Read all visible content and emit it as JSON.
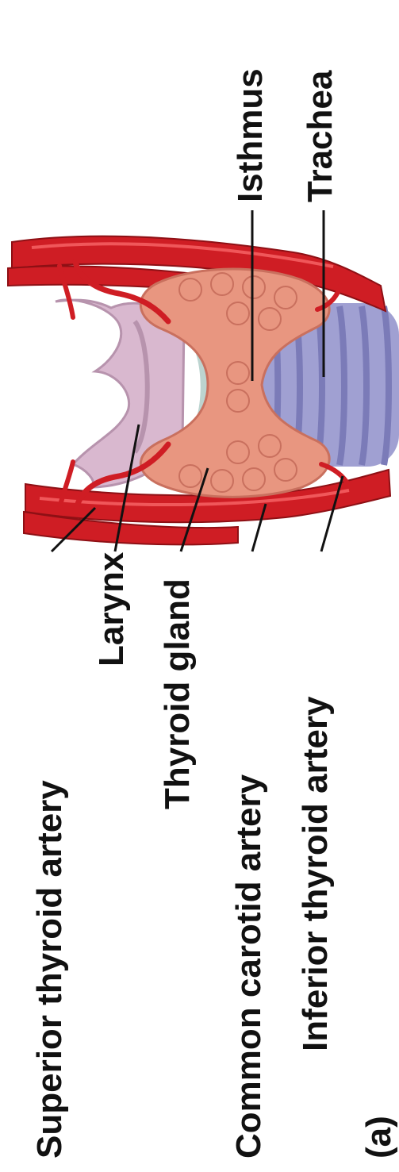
{
  "colors": {
    "artery": "#cf1d24",
    "artery_dark": "#8e1015",
    "artery_highlight": "#f0575a",
    "thyroid": "#e89680",
    "thyroid_lobule": "#c9705e",
    "larynx": "#d9b8cf",
    "larynx_shadow": "#b793ad",
    "trachea": "#a0a0d2",
    "trachea_ring": "#7b7bb8",
    "muscle": "#d27f66",
    "cartilage": "#bcd4d0",
    "text": "#111111"
  },
  "labels": {
    "superior_thyroid_artery": "Superior thyroid artery",
    "larynx": "Larynx",
    "thyroid_gland": "Thyroid gland",
    "common_carotid_artery": "Common carotid artery",
    "inferior_thyroid_artery": "Inferior thyroid artery",
    "isthmus": "Isthmus",
    "trachea": "Trachea",
    "panel": "(a)"
  }
}
